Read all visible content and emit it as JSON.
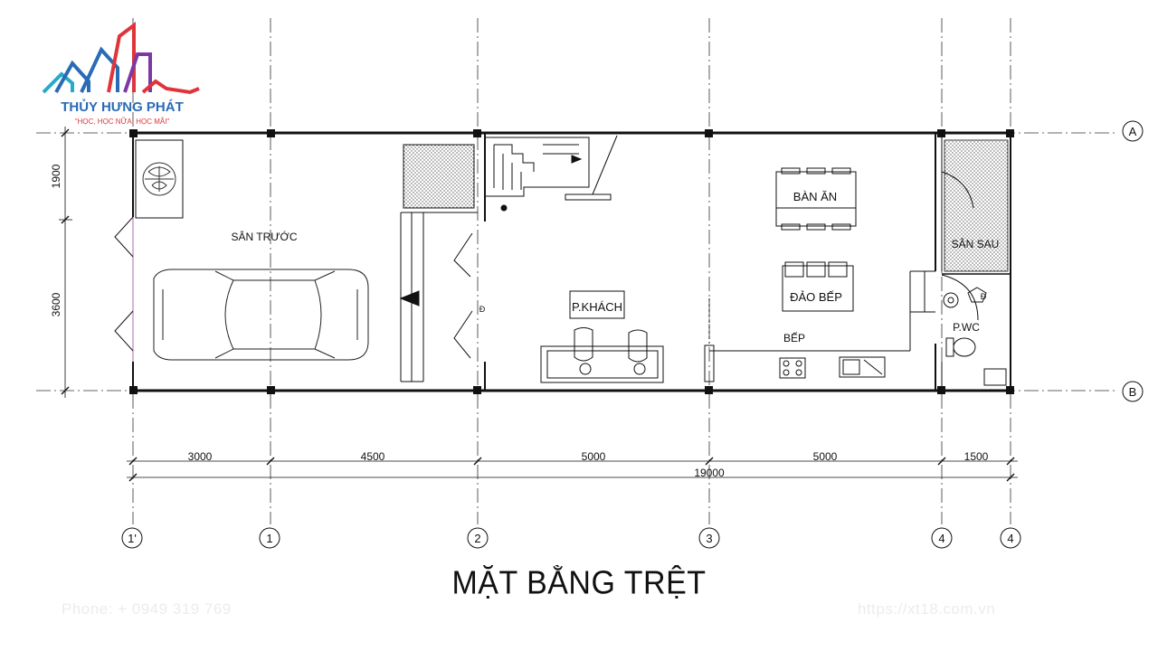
{
  "logo": {
    "brand": "THỦY HƯNG PHÁT",
    "slogan": "\"HỌC, HỌC NỮA, HỌC MÃI\"",
    "colors": [
      "#e0343a",
      "#2a6bb5",
      "#27a9c9",
      "#7b3aa3"
    ]
  },
  "plan": {
    "title": "MẶT BẰNG TRỆT",
    "rooms": {
      "front_yard": "SÂN TRƯỚC",
      "living_room": "P.KHÁCH",
      "dining": "BÀN ĂN",
      "kitchen_island": "ĐẢO BẾP",
      "kitchen": "BẾP",
      "back_yard": "SÂN SAU",
      "wc": "P.WC"
    },
    "door_mark": "Đ",
    "grid_rows": [
      "A",
      "B"
    ],
    "grid_cols": [
      "1'",
      "1",
      "2",
      "3",
      "4",
      "4"
    ],
    "dims_horizontal": [
      "3000",
      "4500",
      "5000",
      "5000",
      "1500"
    ],
    "dim_total": "19000",
    "dims_vertical": [
      "1900",
      "3600"
    ]
  },
  "watermark": {
    "phone": "Phone: + 0949 319 769",
    "url": "https://xt18.com.vn"
  }
}
